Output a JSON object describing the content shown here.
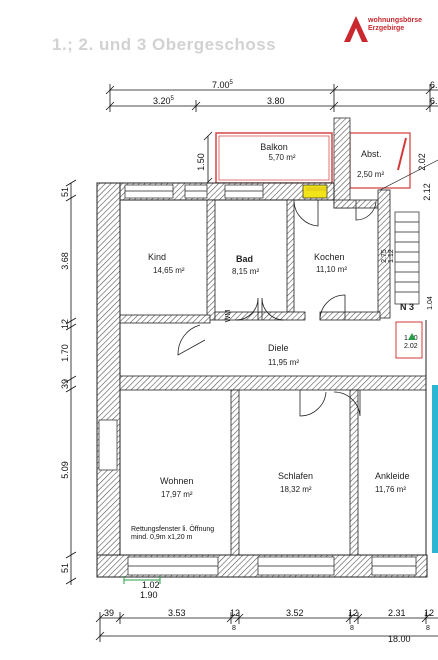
{
  "header": {
    "title": "1.; 2. und 3 Obergeschoss",
    "logo_line1": "wohnungsbörse",
    "logo_line2": "Erzgebirge",
    "logo_color": "#c8282e"
  },
  "rooms": [
    {
      "id": "kind",
      "name": "Kind",
      "area": "14,65 m²"
    },
    {
      "id": "bad",
      "name": "Bad",
      "area": "8,15 m²"
    },
    {
      "id": "kochen",
      "name": "Kochen",
      "area": "11,10 m²"
    },
    {
      "id": "diele",
      "name": "Diele",
      "area": "11,95 m²"
    },
    {
      "id": "wohnen",
      "name": "Wohnen",
      "area": "17,97 m²"
    },
    {
      "id": "schlafen",
      "name": "Schlafen",
      "area": "18,32 m²"
    },
    {
      "id": "ankleide",
      "name": "Ankleide",
      "area": "11,76 m²"
    },
    {
      "id": "balkon",
      "name": "Balkon",
      "area": "5,70 m²"
    },
    {
      "id": "abst",
      "name": "Abst.",
      "area": "2,50 m²"
    }
  ],
  "notes": {
    "rettung_line1": "Rettungsfenster li. Öffnung",
    "rettung_line2": "mind. 0,9m x1,20 m",
    "window_w": "1.02",
    "window_h": "1.90",
    "n3": "N 3",
    "n3_w": "1.40",
    "n3_h": "2.02",
    "stair_top": "2.75",
    "stair_bot": "1.12",
    "n3_side": "1.04",
    "abst_side": "2.02",
    "abst_side2": "2.12",
    "wc_label": "WM"
  },
  "dimensions": {
    "top1_total": "7.00",
    "top1_total_sup": "5",
    "top1_right": "6.",
    "top2_left": "3.20",
    "top2_left_sup": "5",
    "top2_mid": "3.80",
    "top2_right": "6.",
    "balkon_depth": "1.50",
    "left_vertical": [
      "51",
      "3.68",
      "12",
      "1.70",
      "39",
      "5.09",
      "51"
    ],
    "left_vertical_sup": [
      "5",
      "",
      "",
      "",
      "",
      "",
      "5"
    ],
    "bottom1": [
      "39",
      "3.53",
      "12",
      "3.52",
      "12",
      "2.31",
      "12"
    ],
    "bottom1_sub": [
      "",
      "",
      "8",
      "",
      "8",
      "",
      "8"
    ],
    "bottom_total": "18.00"
  }
}
